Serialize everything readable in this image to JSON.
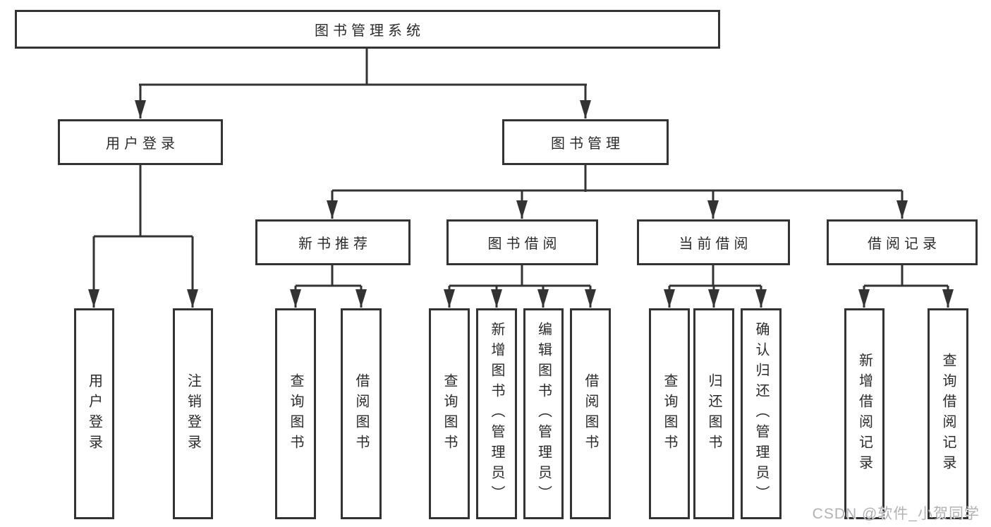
{
  "tree": {
    "label": "图书管理系统",
    "children": [
      {
        "label": "用户登录",
        "children": [
          {
            "label": "用户登录"
          },
          {
            "label": "注销登录"
          }
        ]
      },
      {
        "label": "图书管理",
        "children": [
          {
            "label": "新书推荐",
            "children": [
              {
                "label": "查询图书"
              },
              {
                "label": "借阅图书"
              }
            ]
          },
          {
            "label": "图书借阅",
            "children": [
              {
                "label": "查询图书"
              },
              {
                "label": "新增图书（管理员）"
              },
              {
                "label": "编辑图书（管理员）"
              },
              {
                "label": "借阅图书"
              }
            ]
          },
          {
            "label": "当前借阅",
            "children": [
              {
                "label": "查询图书"
              },
              {
                "label": "归还图书"
              },
              {
                "label": "确认归还（管理员）"
              }
            ]
          },
          {
            "label": "借阅记录",
            "children": [
              {
                "label": "新增借阅记录"
              },
              {
                "label": "查询借阅记录"
              }
            ]
          }
        ]
      }
    ]
  },
  "watermark": {
    "text": "CSDN @软件_小贺同学"
  },
  "colors": {
    "line": "#333333",
    "box_border": "#333333",
    "text": "#2b2b2b",
    "watermark": "#b3b1b5",
    "background": "#ffffff"
  }
}
